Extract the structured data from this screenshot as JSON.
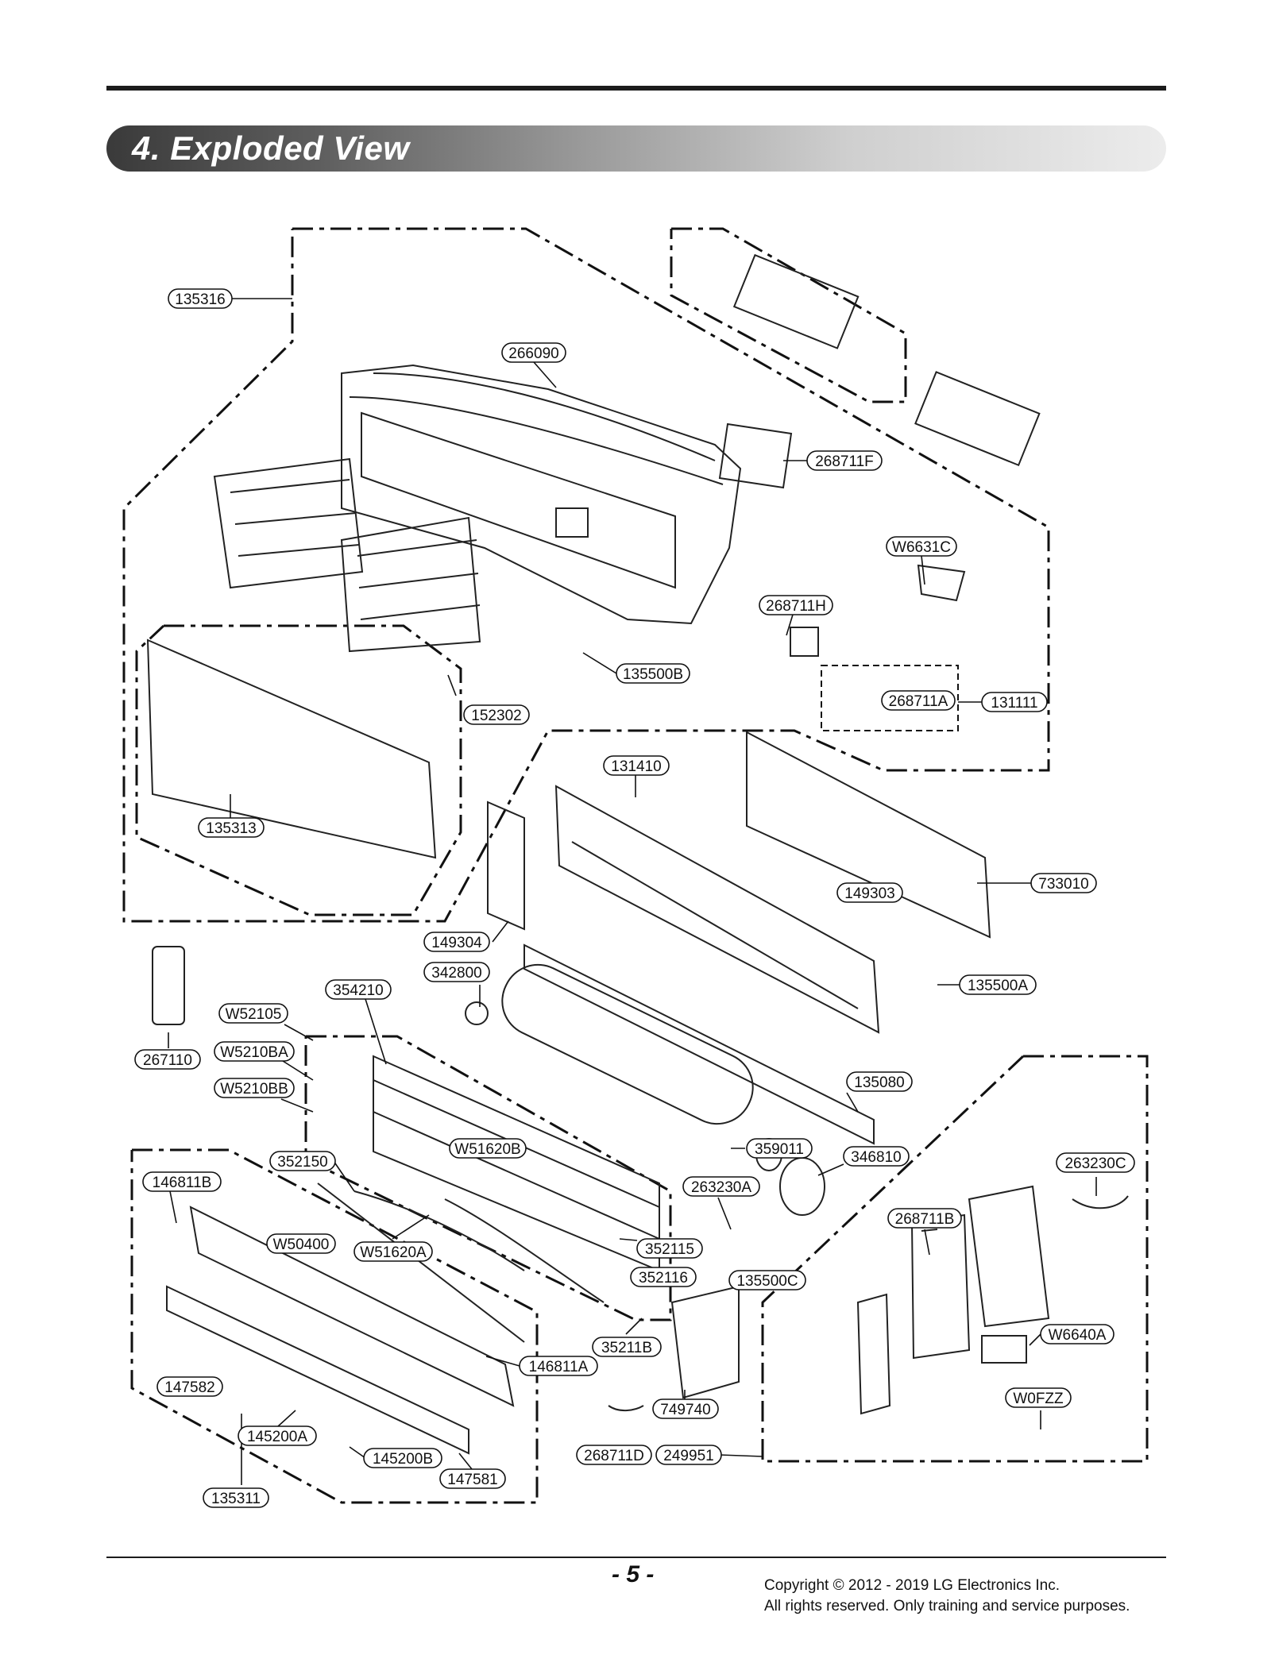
{
  "header": {
    "title": "4. Exploded View"
  },
  "footer": {
    "page_number": "- 5 -",
    "copyright_line1": "Copyright © 2012 - 2019 LG Electronics Inc.",
    "copyright_line2": "All rights reserved. Only training and service purposes."
  },
  "parts": [
    "135316",
    "266090",
    "268711F",
    "W6631C",
    "268711H",
    "135500B",
    "152302",
    "268711A",
    "131111",
    "131410",
    "135313",
    "149303",
    "733010",
    "149304",
    "342800",
    "354210",
    "135500A",
    "W52105",
    "W5210BA",
    "267110",
    "W5210BB",
    "135080",
    "359011",
    "346810",
    "352150",
    "W51620B",
    "263230C",
    "146811B",
    "263230A",
    "268711B",
    "W50400",
    "W51620A",
    "352115",
    "352116",
    "135500C",
    "35211B",
    "W6640A",
    "146811A",
    "147582",
    "749740",
    "W0FZZ",
    "145200A",
    "268711D",
    "249951",
    "145200B",
    "147581",
    "135311"
  ]
}
